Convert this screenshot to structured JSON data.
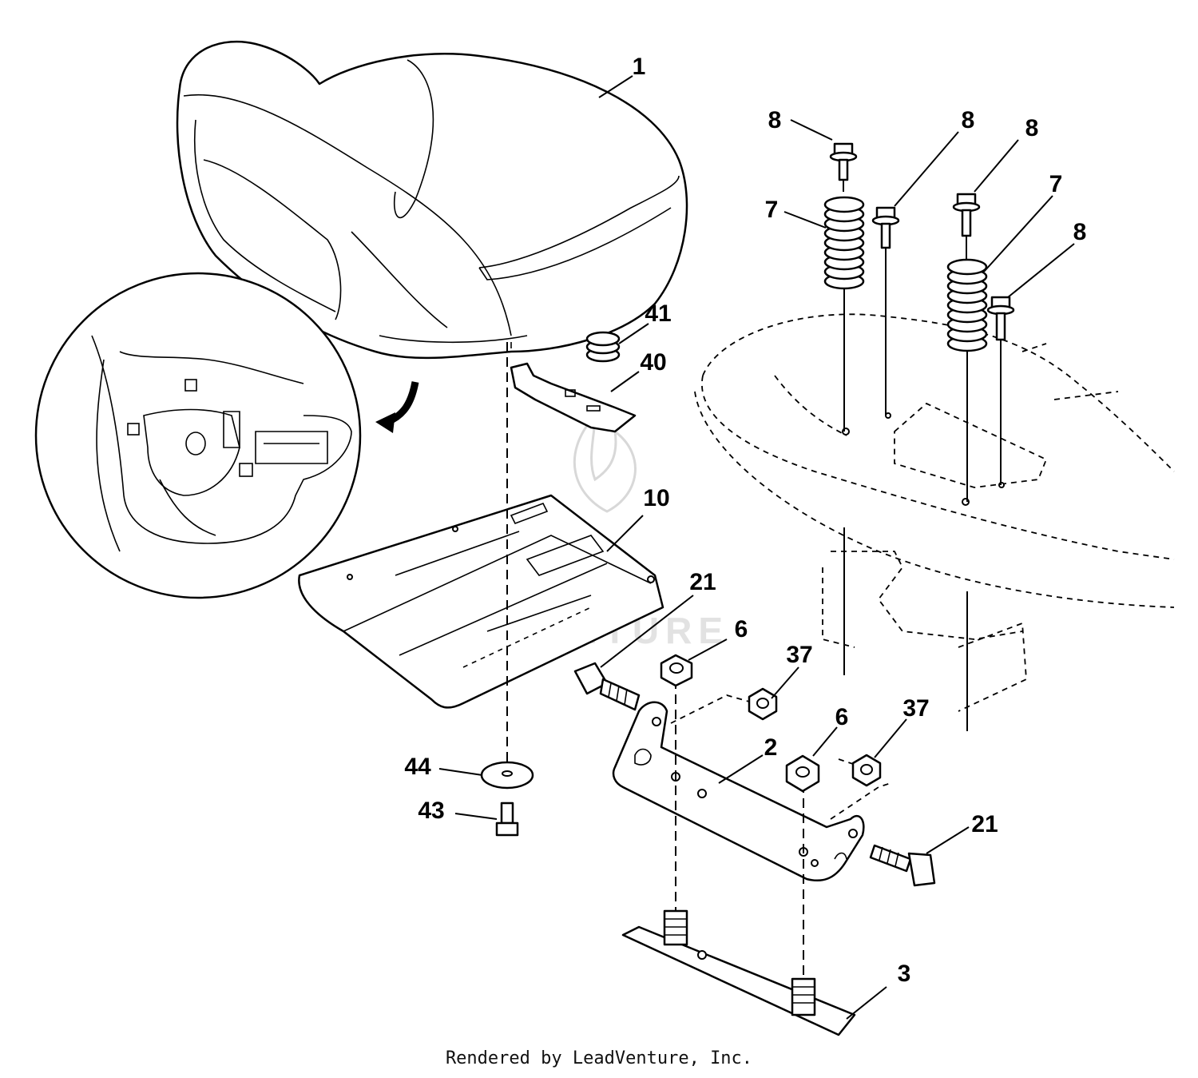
{
  "footer_text": "Rendered by LeadVenture, Inc.",
  "callouts": [
    {
      "id": "seat",
      "text": "1"
    },
    {
      "id": "bolt-a",
      "text": "8"
    },
    {
      "id": "bolt-b",
      "text": "8"
    },
    {
      "id": "bolt-c",
      "text": "8"
    },
    {
      "id": "bolt-d",
      "text": "8"
    },
    {
      "id": "spring-left",
      "text": "7"
    },
    {
      "id": "spring-right",
      "text": "7"
    },
    {
      "id": "spring-41",
      "text": "41"
    },
    {
      "id": "clip-40",
      "text": "40"
    },
    {
      "id": "pan-10",
      "text": "10"
    },
    {
      "id": "bolt-21-top",
      "text": "21"
    },
    {
      "id": "nut-6-top",
      "text": "6"
    },
    {
      "id": "nut-37-top",
      "text": "37"
    },
    {
      "id": "nut-6-bottom",
      "text": "6"
    },
    {
      "id": "nut-37-bottom",
      "text": "37"
    },
    {
      "id": "bracket-2",
      "text": "2"
    },
    {
      "id": "washer-44",
      "text": "44"
    },
    {
      "id": "screw-43",
      "text": "43"
    },
    {
      "id": "bolt-21-bottom",
      "text": "21"
    },
    {
      "id": "plate-3",
      "text": "3"
    }
  ]
}
